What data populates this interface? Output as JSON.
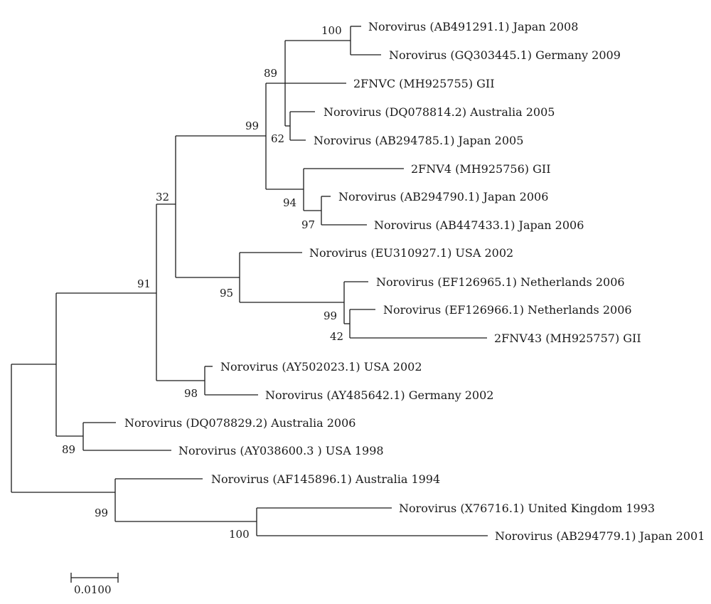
{
  "tree": {
    "taxa": [
      "Norovirus (AB491291.1) Japan 2008",
      "Norovirus (GQ303445.1) Germany 2009",
      "2FNVC (MH925755) GII",
      "Norovirus (DQ078814.2) Australia 2005",
      "Norovirus (AB294785.1) Japan 2005",
      "2FNV4 (MH925756) GII",
      "Norovirus (AB294790.1) Japan 2006",
      "Norovirus (AB447433.1) Japan 2006",
      "Norovirus (EU310927.1) USA 2002",
      "Norovirus (EF126965.1) Netherlands 2006",
      "Norovirus (EF126966.1) Netherlands 2006",
      "2FNV43 (MH925757) GII",
      "Norovirus (AY502023.1) USA 2002",
      "Norovirus (AY485642.1) Germany 2002",
      "Norovirus (DQ078829.2) Australia 2006",
      "Norovirus (AY038600.3 ) USA 1998",
      "Norovirus (AF145896.1) Australia 1994",
      "Norovirus (X76716.1) United Kingdom 1993",
      "Norovirus (AB294779.1) Japan 2001"
    ],
    "bootstrap": [
      "100",
      "89",
      "99",
      "62",
      "32",
      "94",
      "97",
      "91",
      "95",
      "99",
      "42",
      "98",
      "89",
      "99",
      "100"
    ],
    "scale_bar": {
      "label": "0.0100"
    }
  }
}
